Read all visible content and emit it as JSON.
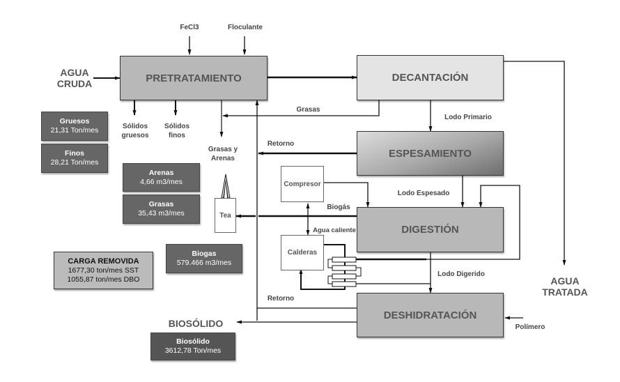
{
  "processes": {
    "pretratamiento": "PRETRATAMIENTO",
    "decantacion": "DECANTACIÓN",
    "espesamiento": "ESPESAMIENTO",
    "digestion": "DIGESTIÓN",
    "deshidratacion": "DESHIDRATACIÓN"
  },
  "equipment": {
    "compresor": "Compresor",
    "calderas": "Calderas",
    "tea": "Tea"
  },
  "inputs": {
    "agua_cruda_1": "AGUA",
    "agua_cruda_2": "CRUDA",
    "fecl3": "FeCl3",
    "floculante": "Floculante",
    "polimero": "Polímero"
  },
  "outputs": {
    "agua_tratada_1": "AGUA",
    "agua_tratada_2": "TRATADA",
    "biosolido": "BIOSÓLIDO"
  },
  "flow_labels": {
    "solidos_gruesos_1": "Sólidos",
    "solidos_gruesos_2": "gruesos",
    "solidos_finos_1": "Sólidos",
    "solidos_finos_2": "finos",
    "grasas_arenas_1": "Grasas y",
    "grasas_arenas_2": "Arenas",
    "grasas": "Grasas",
    "lodo_primario": "Lodo Primario",
    "retorno_1": "Retorno",
    "lodo_espesado": "Lodo Espesado",
    "biogas": "Biogás",
    "agua_caliente": "Agua caliente",
    "lodo_digerido": "Lodo Digerido",
    "retorno_2": "Retorno"
  },
  "stats": {
    "gruesos": {
      "title": "Gruesos",
      "value": "21,31 Ton/mes"
    },
    "finos": {
      "title": "Finos",
      "value": "28,21 Ton/mes"
    },
    "arenas": {
      "title": "Arenas",
      "value": "4,66 m3/mes"
    },
    "grasas": {
      "title": "Grasas",
      "value": "35,43 m3/mes"
    },
    "biogas": {
      "title": "Biogas",
      "value": "579.466 m3/mes"
    },
    "carga": {
      "title": "CARGA REMOVIDA",
      "line1": "1677,30 ton/mes SST",
      "line2": "1055,87 ton/mes DBO"
    },
    "biosolido": {
      "title": "Biosólido",
      "value": "3612,78 Ton/mes"
    }
  },
  "colors": {
    "process_fill": "#b8b8b8",
    "decantacion_fill": "#e4e4e4",
    "stat_fill": "#666666",
    "carga_fill": "#bbbbbb"
  }
}
